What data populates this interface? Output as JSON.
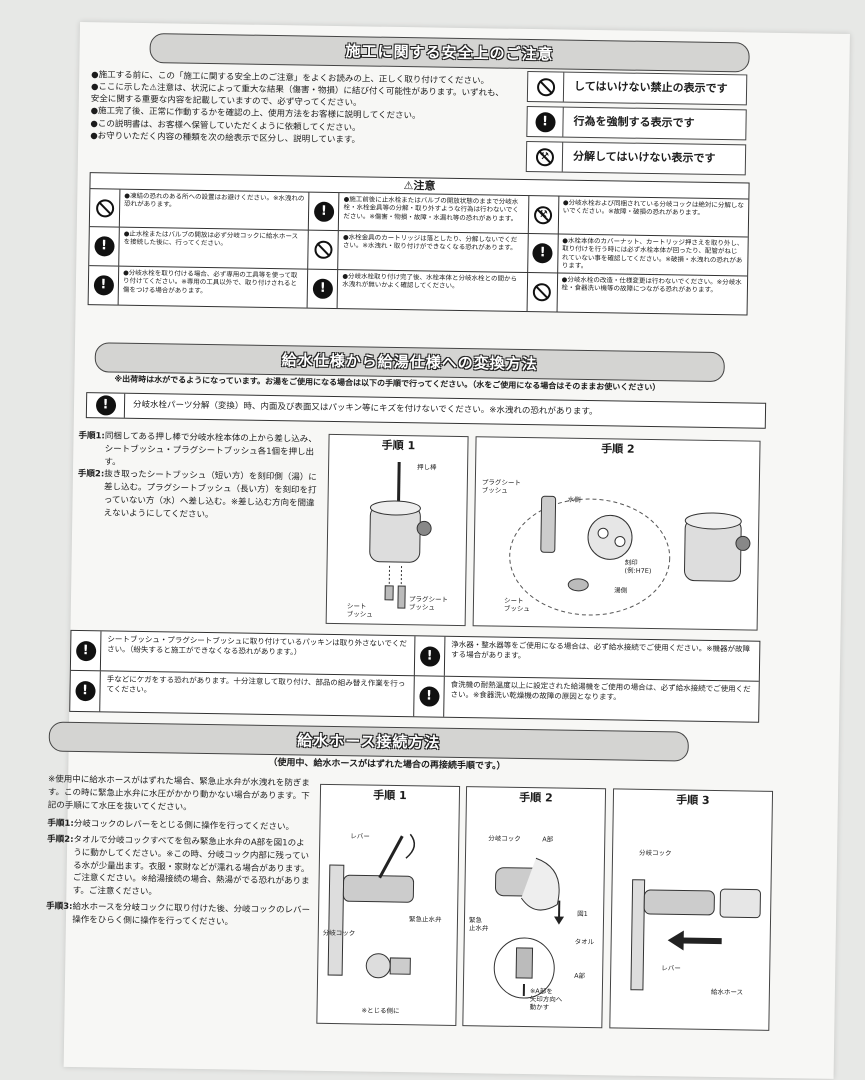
{
  "section1": {
    "title": "施工に関する安全上のご注意",
    "bullets": [
      "●施工する前に、この「施工に関する安全上のご注意」をよくお読みの上、正しく取り付けてください。",
      "●ここに示した⚠注意は、状況によって重大な結果（傷害・物損）に結び付く可能性があります。いずれも、安全に関する重要な内容を記載していますので、必ず守ってください。",
      "●施工完了後、正常に作動するかを確認の上、使用方法をお客様に説明してください。",
      "●この説明書は、お客様へ保管していただくように依頼してください。",
      "●お守りいただく内容の種類を次の絵表示で区分し、説明しています。"
    ],
    "legend": [
      {
        "icon": "prohibit-icon",
        "text": "してはいけない禁止の表示です"
      },
      {
        "icon": "must-icon",
        "text": "行為を強制する表示です"
      },
      {
        "icon": "no-disassemble-icon",
        "text": "分解してはいけない表示です"
      }
    ]
  },
  "caution": {
    "title": "⚠注意",
    "cells": [
      {
        "icon": "prohibit-icon",
        "text": "●凍結の恐れのある所への設置はお避けください。※水洩れの恐れがあります。"
      },
      {
        "icon": "must-icon",
        "text": "●施工前後に止水栓またはバルブの開放状態のままで分岐水栓・水栓金具等の分解・取り外すような行為は行わないでください。※傷害・物損・故障・水漏れ等の恐れがあります。"
      },
      {
        "icon": "no-disassemble-icon",
        "text": "●分岐水栓および同梱されている分岐コックは絶対に分解しないでください。※故障・破損の恐れがあります。"
      },
      {
        "icon": "must-icon",
        "text": "●止水栓またはバルブの開放は必ず分岐コックに給水ホースを接続した後に、行ってください。"
      },
      {
        "icon": "prohibit-icon",
        "text": "●水栓金具のカートリッジは落としたり、分解しないでください。※水洩れ・取り付けができなくなる恐れがあります。"
      },
      {
        "icon": "must-icon",
        "text": "●水栓本体のカバーナット、カートリッジ押さえを取り外し、取り付けを行う時には必ず水栓本体が回ったり、配管がねじれていない事を確認してください。※破損・水洩れの恐れがあります。"
      },
      {
        "icon": "must-icon",
        "text": "●分岐水栓を取り付ける場合、必ず専用の工具等を使って取り付けてください。※専用の工具以外で、取り付けされると傷をつける場合があります。"
      },
      {
        "icon": "must-icon",
        "text": "●分岐水栓取り付け完了後、水栓本体と分岐水栓との間から水洩れが無いかよく確認してください。"
      },
      {
        "icon": "prohibit-icon",
        "text": "●分岐水栓の改造・仕様変更は行わないでください。※分岐水栓・食器洗い機等の故障につながる恐れがあります。"
      }
    ]
  },
  "section2": {
    "title": "給水仕様から給湯仕様への変換方法",
    "subnote": "※出荷時は水がでるようになっています。お湯をご使用になる場合は以下の手順で行ってください。（水をご使用になる場合はそのままお使いください）",
    "warning": "分岐水栓パーツ分解（変換）時、内面及び表面又はパッキン等にキズを付けないでください。※水洩れの恐れがあります。",
    "steps": [
      {
        "label": "手順1:",
        "text": "同梱してある押し棒で分岐水栓本体の上から差し込み、シートブッシュ・プラグシートブッシュ各1個を押し出す。"
      },
      {
        "label": "手順2:",
        "text": "抜き取ったシートブッシュ（短い方）を刻印側（湯）に差し込む。プラグシートブッシュ（長い方）を刻印を打っていない方（水）へ差し込む。※差し込む方向を間違えないようにしてください。"
      }
    ],
    "fig1": {
      "title": "手順 1",
      "push_rod": "押し棒",
      "seat": "シート\nブッシュ",
      "plug": "プラグシート\nブッシュ"
    },
    "fig2": {
      "title": "手順 2",
      "plug": "プラグシート\nブッシュ",
      "water": "水側",
      "stamp": "刻印\n(例:H7E)",
      "hot": "湯側",
      "seat": "シート\nブッシュ"
    },
    "warnings": [
      {
        "icon": "must-icon",
        "text": "シートブッシュ・プラグシートブッシュに取り付けているパッキンは取り外さないでください。（紛失すると施工ができなくなる恐れがあります。）"
      },
      {
        "icon": "must-icon",
        "text": "浄水器・整水器等をご使用になる場合は、必ず給水接続でご使用ください。※機器が故障する場合があります。"
      },
      {
        "icon": "must-icon",
        "text": "手などにケガをする恐れがあります。十分注意して取り付け、部品の組み替え作業を行ってください。"
      },
      {
        "icon": "must-icon",
        "text": "食洗機の耐熱温度以上に設定された給湯機をご使用の場合は、必ず給水接続でご使用ください。※食器洗い乾燥機の故障の原因となります。"
      }
    ]
  },
  "section3": {
    "title": "給水ホース接続方法",
    "subtitle": "（使用中、給水ホースがはずれた場合の再接続手順です。）",
    "intro": "※使用中に給水ホースがはずれた場合、緊急止水弁が水洩れを防ぎます。この時に緊急止水弁に水圧がかかり動かない場合があります。下記の手順にて水圧を抜いてください。",
    "steps": [
      {
        "label": "手順1:",
        "text": "分岐コックのレバーをとじる側に操作を行ってください。"
      },
      {
        "label": "手順2:",
        "text": "タオルで分岐コックすべてを包み緊急止水弁のA部を図1のように動かしてください。※この時、分岐コック内部に残っている水が少量出ます。衣服・家財などが濡れる場合があります。ご注意ください。※給湯接続の場合、熱湯がでる恐れがあります。ご注意ください。"
      },
      {
        "label": "手順3:",
        "text": "給水ホースを分岐コックに取り付けた後、分岐コックのレバー操作をひらく側に操作を行ってください。"
      }
    ],
    "fig1": {
      "title": "手順 1",
      "lever": "レバー",
      "valve": "緊急止水弁",
      "cock": "分岐コック",
      "note": "※とじる側に"
    },
    "fig2": {
      "title": "手順 2",
      "cock": "分岐コック",
      "partA": "A部",
      "fig": "図1",
      "towel": "タオル",
      "valve": "緊急\n止水弁",
      "partA2": "A部",
      "note": "※A部を\n矢印方向へ\n動かす"
    },
    "fig3": {
      "title": "手順 3",
      "cock": "分岐コック",
      "lever": "レバー",
      "hose": "給水ホース"
    }
  }
}
